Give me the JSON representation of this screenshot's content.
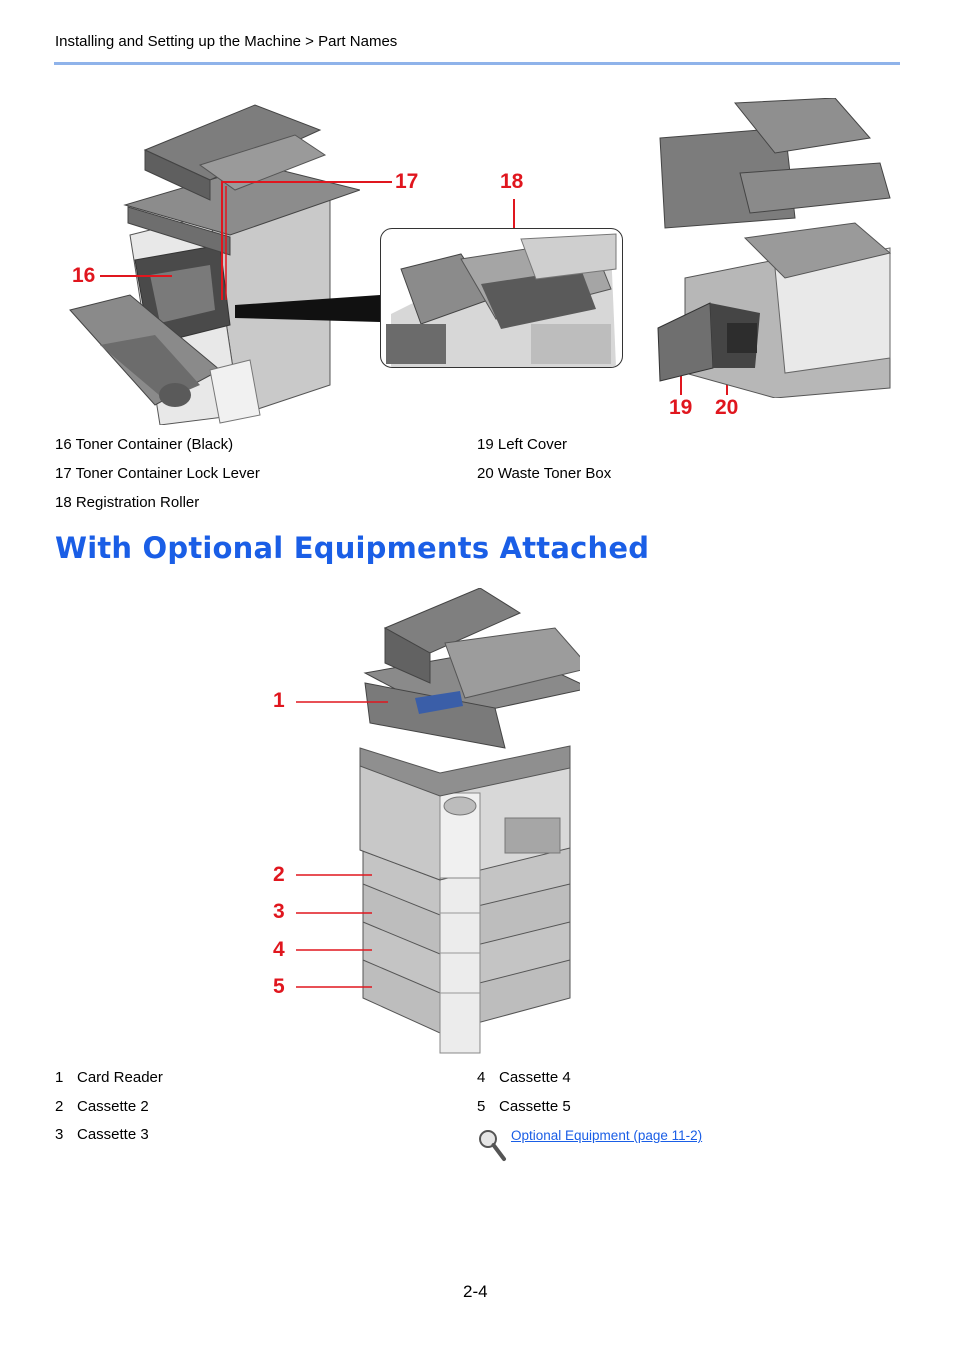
{
  "header": {
    "breadcrumb": "Installing and Setting up the Machine > Part Names"
  },
  "figure1": {
    "callouts": [
      "16",
      "17",
      "18",
      "19",
      "20"
    ]
  },
  "legend1": {
    "left": [
      "16 Toner Container (Black)",
      "17 Toner Container Lock Lever",
      "18 Registration Roller"
    ],
    "right": [
      "19 Left Cover",
      "20 Waste Toner Box"
    ]
  },
  "section": {
    "title": "With Optional Equipments Attached"
  },
  "figure2": {
    "callouts": [
      "1",
      "2",
      "3",
      "4",
      "5"
    ]
  },
  "legend2": {
    "left": [
      {
        "num": "1",
        "label": "Card Reader"
      },
      {
        "num": "2",
        "label": "Cassette 2"
      },
      {
        "num": "3",
        "label": "Cassette 3"
      }
    ],
    "right": [
      {
        "num": "4",
        "label": "Cassette 4"
      },
      {
        "num": "5",
        "label": "Cassette 5"
      }
    ],
    "reference_link": "Optional Equipment (page 11-2)",
    "reference_icon": "magnifier-icon"
  },
  "footer": {
    "page_number": "2-4"
  },
  "colors": {
    "callout": "#e0161e",
    "heading": "#1a5ee6",
    "rule": "#8fb3ea",
    "link": "#1a5ee6"
  }
}
